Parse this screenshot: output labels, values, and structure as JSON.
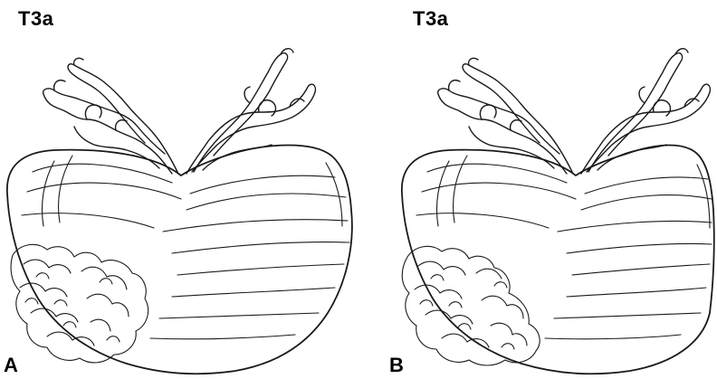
{
  "panels": [
    {
      "stage_label": "T3a",
      "panel_letter": "A"
    },
    {
      "stage_label": "T3a",
      "panel_letter": "B"
    }
  ],
  "colors": {
    "ink": "#1a1a1a",
    "background": "#ffffff"
  }
}
